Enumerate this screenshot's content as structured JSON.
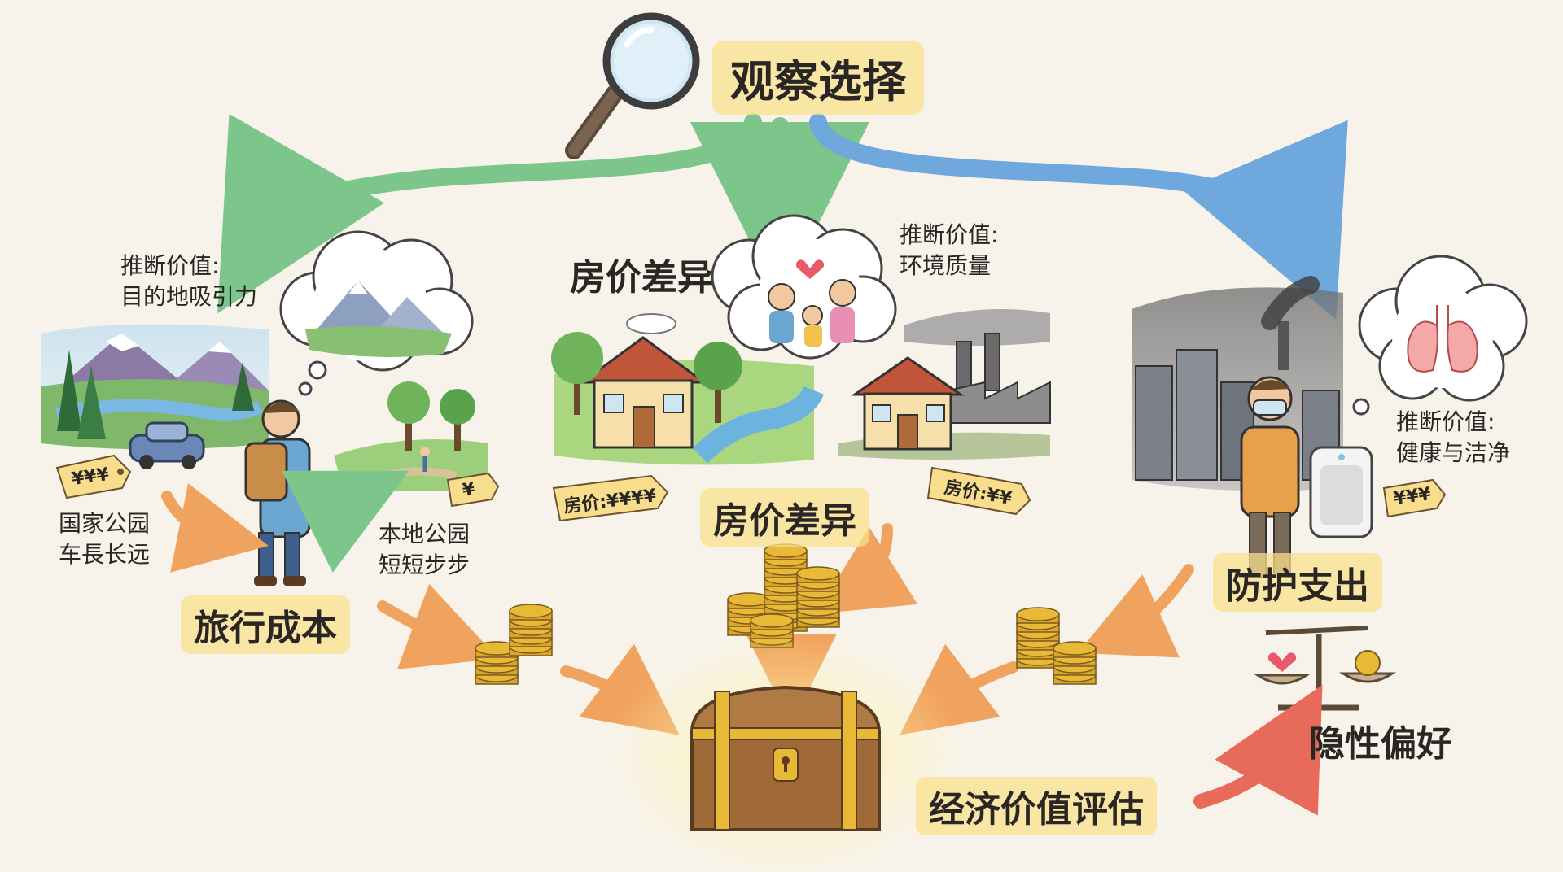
{
  "title": "观察选择",
  "travel": {
    "inferred_label": "推断价值:",
    "inferred_value": "目的地吸引力",
    "national_park_line1": "国家公园",
    "national_park_line2": "车長长远",
    "local_park_line1": "本地公园",
    "local_park_line2": "短短步步",
    "heading": "旅行成本",
    "tag_far": "¥¥¥",
    "tag_near": "¥"
  },
  "housing": {
    "heading_top": "房价差异",
    "inferred_label": "推断价值:",
    "inferred_value": "环境质量",
    "tag_clean": "房价:¥¥¥¥",
    "tag_polluted": "房价:¥¥",
    "heading_bottom": "房价差异"
  },
  "protection": {
    "inferred_label": "推断价值:",
    "inferred_value": "健康与洁净",
    "tag_purifier": "¥¥¥",
    "heading": "防护支出"
  },
  "result": {
    "heading": "经济价值评估",
    "preference": "隐性偏好"
  },
  "colors": {
    "background": "#f7f3ea",
    "highlight": "#f9e08c",
    "arrow_green": "#7cc68c",
    "arrow_blue": "#6fa8dc",
    "arrow_orange": "#f0a35e",
    "arrow_red": "#e86a5a",
    "gold": "#e8b936"
  }
}
